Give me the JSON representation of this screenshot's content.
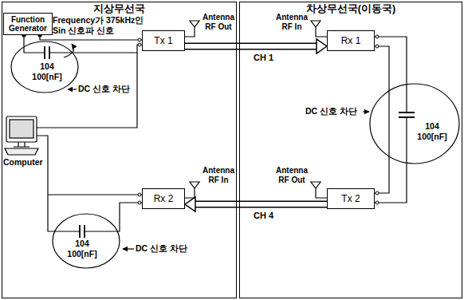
{
  "diagram": {
    "nodes": [
      {
        "text": [
          "지상무선국"
        ]
      },
      {
        "text": [
          "차상무선국(이동국)"
        ]
      },
      {
        "text": [
          "Function Generator"
        ],
        "in": 0
      },
      {
        "text": [
          "Tx 1"
        ],
        "in": 0
      },
      {
        "text": [
          "Rx 2"
        ],
        "in": 0
      },
      {
        "text": [
          "Rx 1"
        ],
        "in": 1
      },
      {
        "text": [
          "Tx 2"
        ],
        "in": 1
      }
    ],
    "edges": [
      {
        "from": 2,
        "to": 3,
        "arrow": "none"
      },
      {
        "from": 3,
        "to": 5,
        "label": "CH 1",
        "arrow": "to"
      },
      {
        "from": 5,
        "to": 6,
        "arrow": "none"
      },
      {
        "from": 6,
        "to": 4,
        "label": "CH 4",
        "arrow": "to"
      }
    ],
    "labels": [
      "Frequency가 375kHz인 Sin 신호파 신호",
      "104 100[nF]",
      "DC 신호 차단",
      "Antenna RF Out",
      "Computer",
      "Antenna RF In",
      "104 100[nF]",
      "DC 신호 차단",
      "Antenna RF In",
      "DC 신호 차단",
      "104 100[nF]",
      "Antenna RF Out"
    ]
  }
}
